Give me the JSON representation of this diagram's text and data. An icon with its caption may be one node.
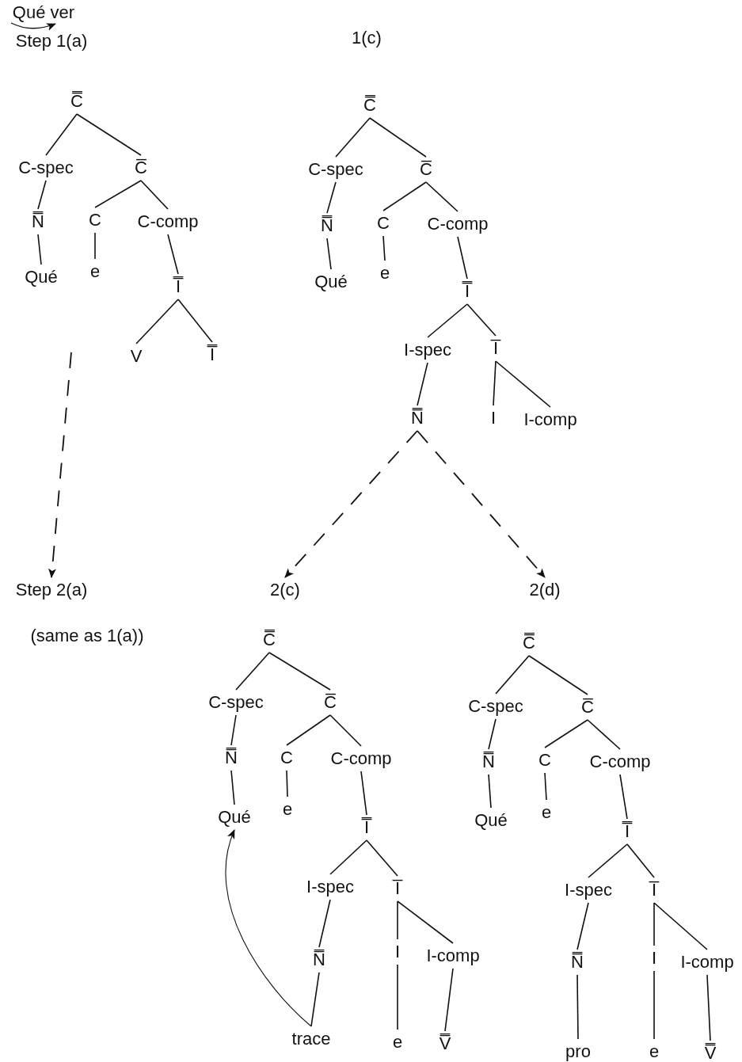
{
  "diagram": {
    "nodes": [
      {
        "text": [
          "C̿"
        ]
      },
      {
        "text": [
          "C-spec"
        ]
      },
      {
        "text": [
          "C̅"
        ]
      },
      {
        "text": [
          "N̿"
        ]
      },
      {
        "text": [
          "Qué"
        ]
      },
      {
        "text": [
          "C"
        ]
      },
      {
        "text": [
          "e"
        ]
      },
      {
        "text": [
          "C-comp"
        ]
      },
      {
        "text": [
          "I̿"
        ]
      },
      {
        "text": [
          "V"
        ]
      },
      {
        "text": [
          "I̿"
        ]
      },
      {
        "text": [
          "C̿"
        ]
      },
      {
        "text": [
          "C-spec"
        ]
      },
      {
        "text": [
          "C̅"
        ]
      },
      {
        "text": [
          "N̿"
        ]
      },
      {
        "text": [
          "Qué"
        ]
      },
      {
        "text": [
          "C"
        ]
      },
      {
        "text": [
          "e"
        ]
      },
      {
        "text": [
          "C-comp"
        ]
      },
      {
        "text": [
          "I̿"
        ]
      },
      {
        "text": [
          "I-spec"
        ]
      },
      {
        "text": [
          "I̅"
        ]
      },
      {
        "text": [
          "N̿"
        ]
      },
      {
        "text": [
          "I"
        ]
      },
      {
        "text": [
          "I-comp"
        ]
      },
      {
        "text": [
          "Step 2(a)"
        ]
      },
      {
        "text": [
          "2(c)"
        ]
      },
      {
        "text": [
          "2(d)"
        ]
      },
      {
        "text": [
          "C̿"
        ]
      },
      {
        "text": [
          "C-spec"
        ]
      },
      {
        "text": [
          "C̅"
        ]
      },
      {
        "text": [
          "N̿"
        ]
      },
      {
        "text": [
          "Qué"
        ]
      },
      {
        "text": [
          "C"
        ]
      },
      {
        "text": [
          "e"
        ]
      },
      {
        "text": [
          "C-comp"
        ]
      },
      {
        "text": [
          "I̿"
        ]
      },
      {
        "text": [
          "I-spec"
        ]
      },
      {
        "text": [
          "I̅"
        ]
      },
      {
        "text": [
          "N̿"
        ]
      },
      {
        "text": [
          "trace"
        ]
      },
      {
        "text": [
          "I"
        ]
      },
      {
        "text": [
          "I-comp"
        ]
      },
      {
        "text": [
          "e"
        ]
      },
      {
        "text": [
          "V̿"
        ]
      },
      {
        "text": [
          "C̿"
        ]
      },
      {
        "text": [
          "C-spec"
        ]
      },
      {
        "text": [
          "C̅"
        ]
      },
      {
        "text": [
          "N̿"
        ]
      },
      {
        "text": [
          "Qué"
        ]
      },
      {
        "text": [
          "C"
        ]
      },
      {
        "text": [
          "e"
        ]
      },
      {
        "text": [
          "C-comp"
        ]
      },
      {
        "text": [
          "I̿"
        ]
      },
      {
        "text": [
          "I-spec"
        ]
      },
      {
        "text": [
          "I̅"
        ]
      },
      {
        "text": [
          "N̿"
        ]
      },
      {
        "text": [
          "pro"
        ]
      },
      {
        "text": [
          "I"
        ]
      },
      {
        "text": [
          "I-comp"
        ]
      },
      {
        "text": [
          "e"
        ]
      },
      {
        "text": [
          "V̿"
        ]
      }
    ],
    "edges": [
      {
        "from": 0,
        "to": 1,
        "arrow": "none"
      },
      {
        "from": 0,
        "to": 2,
        "arrow": "none"
      },
      {
        "from": 1,
        "to": 3,
        "arrow": "none"
      },
      {
        "from": 3,
        "to": 4,
        "arrow": "none"
      },
      {
        "from": 2,
        "to": 5,
        "arrow": "none"
      },
      {
        "from": 2,
        "to": 7,
        "arrow": "none"
      },
      {
        "from": 5,
        "to": 6,
        "arrow": "none"
      },
      {
        "from": 7,
        "to": 8,
        "arrow": "none"
      },
      {
        "from": 8,
        "to": 9,
        "arrow": "none"
      },
      {
        "from": 8,
        "to": 10,
        "arrow": "none"
      },
      {
        "from": 11,
        "to": 12,
        "arrow": "none"
      },
      {
        "from": 11,
        "to": 13,
        "arrow": "none"
      },
      {
        "from": 12,
        "to": 14,
        "arrow": "none"
      },
      {
        "from": 14,
        "to": 15,
        "arrow": "none"
      },
      {
        "from": 13,
        "to": 16,
        "arrow": "none"
      },
      {
        "from": 13,
        "to": 18,
        "arrow": "none"
      },
      {
        "from": 16,
        "to": 17,
        "arrow": "none"
      },
      {
        "from": 18,
        "to": 19,
        "arrow": "none"
      },
      {
        "from": 19,
        "to": 20,
        "arrow": "none"
      },
      {
        "from": 19,
        "to": 21,
        "arrow": "none"
      },
      {
        "from": 20,
        "to": 22,
        "arrow": "none"
      },
      {
        "from": 21,
        "to": 23,
        "arrow": "none"
      },
      {
        "from": 21,
        "to": 24,
        "arrow": "none"
      },
      {
        "from": null,
        "to": 25,
        "arrow": "to",
        "style": "dashed"
      },
      {
        "from": 22,
        "to": 26,
        "arrow": "to",
        "style": "dashed"
      },
      {
        "from": 22,
        "to": 27,
        "arrow": "to",
        "style": "dashed"
      },
      {
        "from": 28,
        "to": 29,
        "arrow": "none"
      },
      {
        "from": 28,
        "to": 30,
        "arrow": "none"
      },
      {
        "from": 29,
        "to": 31,
        "arrow": "none"
      },
      {
        "from": 31,
        "to": 32,
        "arrow": "none"
      },
      {
        "from": 30,
        "to": 33,
        "arrow": "none"
      },
      {
        "from": 30,
        "to": 35,
        "arrow": "none"
      },
      {
        "from": 33,
        "to": 34,
        "arrow": "none"
      },
      {
        "from": 35,
        "to": 36,
        "arrow": "none"
      },
      {
        "from": 36,
        "to": 37,
        "arrow": "none"
      },
      {
        "from": 36,
        "to": 38,
        "arrow": "none"
      },
      {
        "from": 37,
        "to": 39,
        "arrow": "none"
      },
      {
        "from": 39,
        "to": 40,
        "arrow": "none"
      },
      {
        "from": 38,
        "to": 41,
        "arrow": "none"
      },
      {
        "from": 38,
        "to": 42,
        "arrow": "none"
      },
      {
        "from": 41,
        "to": 43,
        "arrow": "none"
      },
      {
        "from": 42,
        "to": 44,
        "arrow": "none"
      },
      {
        "from": 40,
        "to": 32,
        "arrow": "to"
      },
      {
        "from": 45,
        "to": 46,
        "arrow": "none"
      },
      {
        "from": 45,
        "to": 47,
        "arrow": "none"
      },
      {
        "from": 46,
        "to": 48,
        "arrow": "none"
      },
      {
        "from": 48,
        "to": 49,
        "arrow": "none"
      },
      {
        "from": 47,
        "to": 50,
        "arrow": "none"
      },
      {
        "from": 47,
        "to": 52,
        "arrow": "none"
      },
      {
        "from": 50,
        "to": 51,
        "arrow": "none"
      },
      {
        "from": 52,
        "to": 53,
        "arrow": "none"
      },
      {
        "from": 53,
        "to": 54,
        "arrow": "none"
      },
      {
        "from": 53,
        "to": 55,
        "arrow": "none"
      },
      {
        "from": 54,
        "to": 56,
        "arrow": "none"
      },
      {
        "from": 56,
        "to": 57,
        "arrow": "none"
      },
      {
        "from": 55,
        "to": 58,
        "arrow": "none"
      },
      {
        "from": 55,
        "to": 59,
        "arrow": "none"
      },
      {
        "from": 58,
        "to": 60,
        "arrow": "none"
      },
      {
        "from": 59,
        "to": 61,
        "arrow": "none"
      }
    ],
    "labels": [
      "Qué ver",
      "Step 1(a)",
      "1(c)",
      "(same as 1(a))"
    ]
  }
}
